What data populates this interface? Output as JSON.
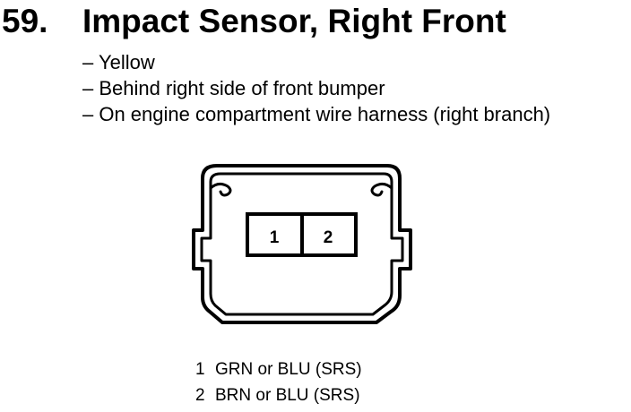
{
  "heading": {
    "number": "59.",
    "title": "Impact Sensor, Right Front"
  },
  "details": [
    "– Yellow",
    "– Behind right side of front bumper",
    "– On engine compartment wire harness (right branch)"
  ],
  "connector": {
    "cavities": [
      "1",
      "2"
    ]
  },
  "pins": [
    {
      "number": "1",
      "wire": "GRN or BLU (SRS)"
    },
    {
      "number": "2",
      "wire": "BRN or BLU (SRS)"
    }
  ]
}
